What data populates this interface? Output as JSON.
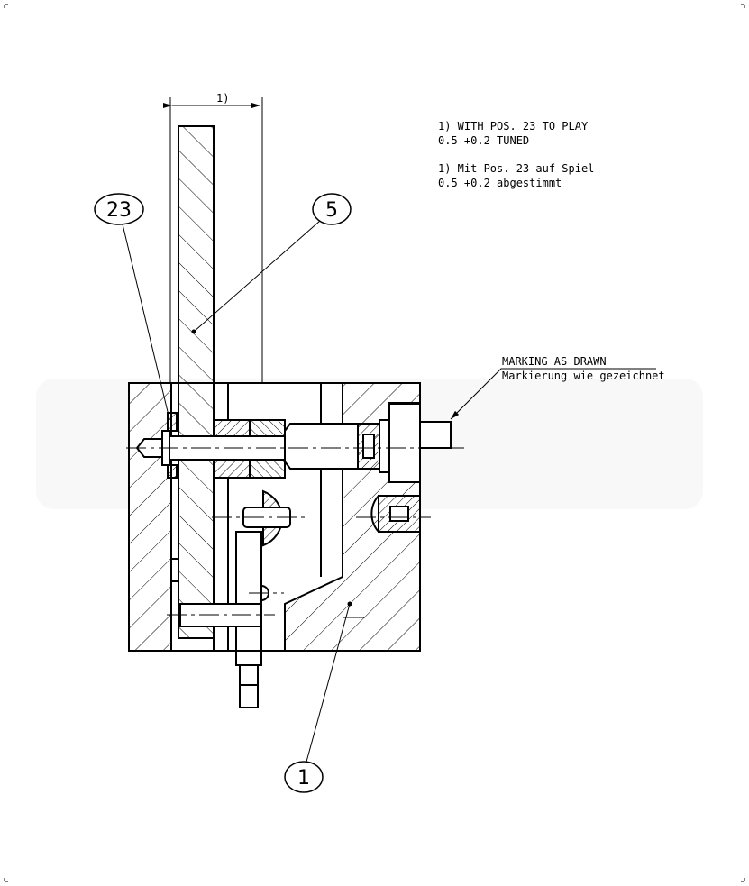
{
  "drawing": {
    "dimension_label": "1)",
    "notes": {
      "en_line1": "1) WITH POS. 23 TO PLAY",
      "en_line2": "0.5 +0.2 TUNED",
      "de_line1": "1) Mit Pos. 23 auf Spiel",
      "de_line2": "0.5 +0.2 abgestimmt"
    },
    "marking": {
      "en": "MARKING AS DRAWN",
      "de": "Markierung wie gezeichnet"
    },
    "balloons": [
      {
        "label": "23"
      },
      {
        "label": "5"
      },
      {
        "label": "1"
      }
    ],
    "colors": {
      "line": "#000000",
      "background": "#ffffff",
      "watermark": "#f2f2f2"
    }
  }
}
